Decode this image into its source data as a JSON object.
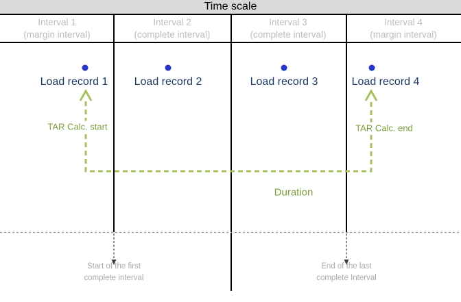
{
  "title": "Time scale",
  "intervals": [
    {
      "name": "Interval 1",
      "type": "(margin interval)"
    },
    {
      "name": "Interval 2",
      "type": "(complete interval)"
    },
    {
      "name": "Interval 3",
      "type": "(complete interval)"
    },
    {
      "name": "Interval 4",
      "type": "(margin interval)"
    }
  ],
  "records": [
    {
      "label": "Load record 1"
    },
    {
      "label": "Load record 2"
    },
    {
      "label": "Load record 3"
    },
    {
      "label": "Load record 4"
    }
  ],
  "annotations": {
    "tar_start": "TAR Calc. start",
    "tar_end": "TAR Calc. end",
    "duration": "Duration",
    "start_caption": "Start of the first\ncomplete interval",
    "end_caption": "End of the last\ncomplete Interval"
  },
  "colors": {
    "header_bg": "#d9d9d9",
    "interval_text": "#bdbdbd",
    "record_text": "#1d3a63",
    "dot_blue": "#2636c8",
    "accent_green": "#a5c160",
    "green_text": "#7d9d3e",
    "caption_gray": "#a9a9a9",
    "line_black": "#000000",
    "dotted_gray": "#999999",
    "arrow_dark": "#3c3c3c"
  }
}
